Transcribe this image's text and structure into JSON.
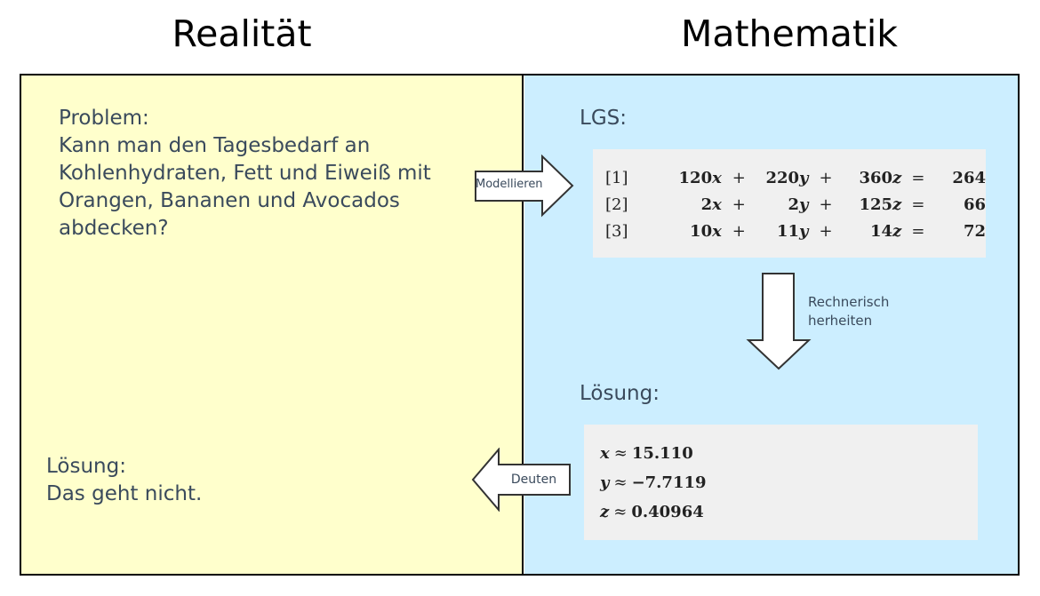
{
  "headers": {
    "left": "Realität",
    "right": "Mathematik"
  },
  "reality": {
    "problem_text": "Problem:\nKann man den Tagesbedarf an\nKohlenhydraten, Fett und Eiweiß mit\nOrangen, Bananen und Avocados\nabdecken?",
    "solution_text": "Lösung:\nDas geht nicht."
  },
  "math": {
    "lgs_title": "LGS:",
    "equations": [
      {
        "label": "[1]",
        "a": "120",
        "b": "220",
        "c": "360",
        "rhs": "264"
      },
      {
        "label": "[2]",
        "a": "2",
        "b": "2",
        "c": "125",
        "rhs": "66"
      },
      {
        "label": "[3]",
        "a": "10",
        "b": "11",
        "c": "14",
        "rhs": "72"
      }
    ],
    "vars": {
      "x": "x",
      "y": "y",
      "z": "z"
    },
    "plus": "+",
    "equals": "=",
    "solution_title": "Lösung:",
    "solutions": [
      {
        "var": "x",
        "approx": "≈",
        "value": "15.110"
      },
      {
        "var": "y",
        "approx": "≈",
        "value": "−7.7119"
      },
      {
        "var": "z",
        "approx": "≈",
        "value": "0.40964"
      }
    ]
  },
  "arrows": {
    "model": "Modellieren",
    "compute": "Rechnerisch\nherheiten",
    "interpret": "Deuten"
  }
}
